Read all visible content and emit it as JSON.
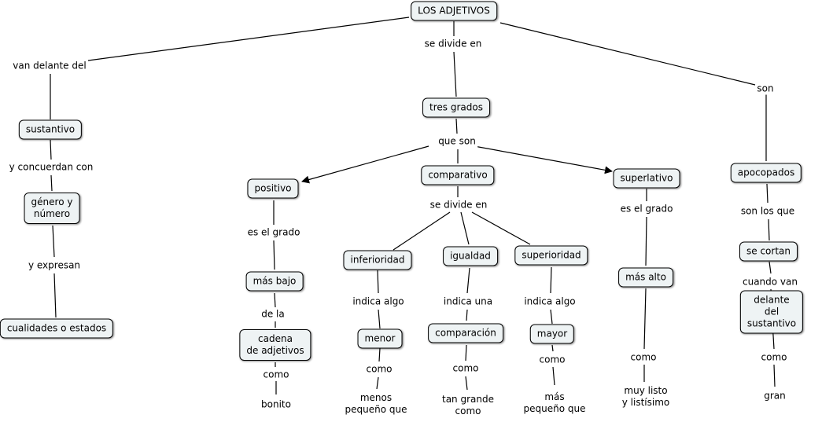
{
  "nodes": {
    "root": "LOS ADJETIVOS",
    "sustantivo": "sustantivo",
    "genero": "género y\nnúmero",
    "cualidades": "cualidades o estados",
    "tres_grados": "tres grados",
    "positivo": "positivo",
    "comparativo": "comparativo",
    "superlativo": "superlativo",
    "apocopados": "apocopados",
    "mas_bajo": "más bajo",
    "cadena": "cadena\nde adjetivos",
    "inferioridad": "inferioridad",
    "igualdad": "igualdad",
    "superioridad": "superioridad",
    "menor": "menor",
    "comparacion": "comparación",
    "mayor": "mayor",
    "mas_alto": "más alto",
    "se_cortan": "se cortan",
    "delante_sustantivo": "delante del sustantivo"
  },
  "labels": {
    "van_delante": "van delante del",
    "se_divide_en": "se divide en",
    "son": "son",
    "y_concuerdan": "y concuerdan con",
    "y_expresan": "y expresan",
    "que_son": "que son",
    "se_divide_en_2": "se divide en",
    "es_el_grado_1": "es el grado",
    "de_la": "de la",
    "como_1": "como",
    "indica_algo_1": "indica algo",
    "como_2": "como",
    "indica_una": "indica una",
    "como_3": "como",
    "indica_algo_2": "indica algo",
    "como_4": "como",
    "es_el_grado_2": "es el grado",
    "como_5": "como",
    "son_los_que": "son los que",
    "cuando_van": "cuando van",
    "como_6": "como"
  },
  "leaves": {
    "bonito": "bonito",
    "menos_pequeno": "menos\npequeño que",
    "tan_grande": "tan grande\ncomo",
    "mas_pequeno": "más\npequeño que",
    "muy_listo": "muy listo\ny listísimo",
    "gran": "gran"
  }
}
